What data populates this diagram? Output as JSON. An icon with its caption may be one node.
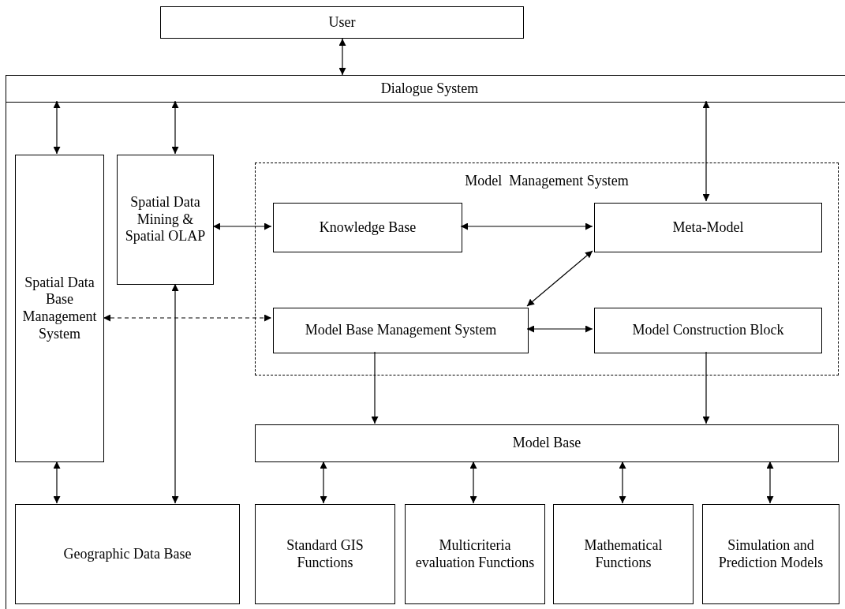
{
  "diagram": {
    "nodes": [
      {
        "text": [
          "User"
        ]
      },
      {
        "text": [
          "Dialogue System"
        ]
      },
      {
        "text": [
          "Spatial Data Base Management System"
        ],
        "in": 1
      },
      {
        "text": [
          "Spatial Data Mining & Spatial OLAP"
        ],
        "in": 1
      },
      {
        "text": [
          "Model  Management System"
        ],
        "in": 1
      },
      {
        "text": [
          "Knowledge Base"
        ],
        "in": 4
      },
      {
        "text": [
          "Meta-Model"
        ],
        "in": 4
      },
      {
        "text": [
          "Model Base Management System"
        ],
        "in": 4
      },
      {
        "text": [
          "Model Construction Block"
        ],
        "in": 4
      },
      {
        "text": [
          "Model Base"
        ],
        "in": 1
      },
      {
        "text": [
          "Geographic Data Base"
        ],
        "in": 1
      },
      {
        "text": [
          "Standard GIS Functions"
        ],
        "in": 1
      },
      {
        "text": [
          "Multicriteria evaluation Functions"
        ],
        "in": 1
      },
      {
        "text": [
          "Mathematical Functions"
        ],
        "in": 1
      },
      {
        "text": [
          "Simulation and Prediction Models"
        ],
        "in": 1
      }
    ],
    "edges": [
      {
        "from": 0,
        "to": 1,
        "arrow": "both"
      },
      {
        "from": 1,
        "to": 2,
        "arrow": "both"
      },
      {
        "from": 1,
        "to": 3,
        "arrow": "both"
      },
      {
        "from": 1,
        "to": 6,
        "arrow": "both"
      },
      {
        "from": 3,
        "to": 5,
        "arrow": "both"
      },
      {
        "from": 5,
        "to": 6,
        "arrow": "both"
      },
      {
        "from": 6,
        "to": 7,
        "arrow": "both"
      },
      {
        "from": 7,
        "to": 8,
        "arrow": "both"
      },
      {
        "from": 2,
        "to": 7,
        "arrow": "both",
        "style": "dashed"
      },
      {
        "from": 7,
        "to": 9,
        "arrow": "to"
      },
      {
        "from": 8,
        "to": 9,
        "arrow": "to"
      },
      {
        "from": 9,
        "to": 11,
        "arrow": "both"
      },
      {
        "from": 9,
        "to": 12,
        "arrow": "both"
      },
      {
        "from": 9,
        "to": 13,
        "arrow": "both"
      },
      {
        "from": 9,
        "to": 14,
        "arrow": "both"
      },
      {
        "from": 2,
        "to": 10,
        "arrow": "both"
      },
      {
        "from": 3,
        "to": 10,
        "arrow": "both"
      }
    ]
  }
}
